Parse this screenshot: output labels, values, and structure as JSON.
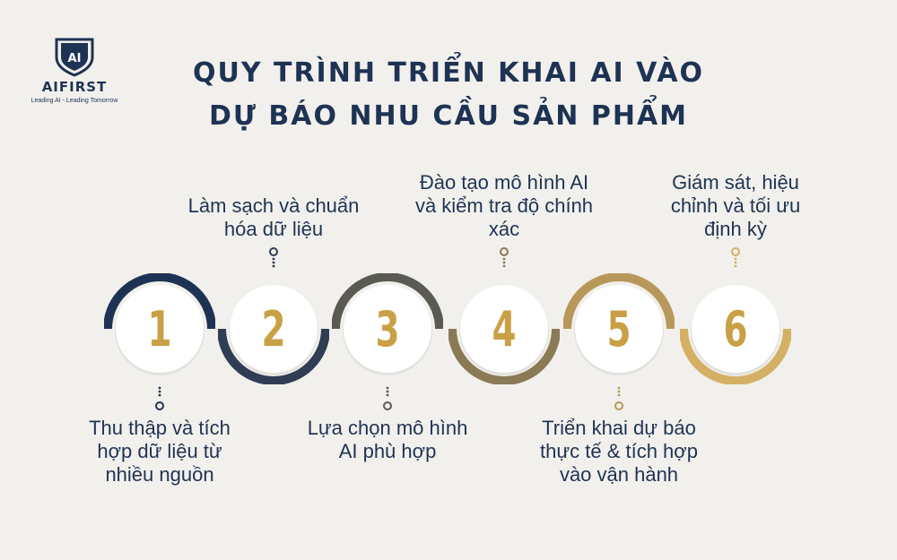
{
  "brand": {
    "name": "AIFIRST",
    "tagline": "Leading AI - Leading Tomorrow",
    "logo_mark": "AI",
    "color": "#1e3354"
  },
  "title": {
    "line1": "QUY TRÌNH TRIỂN KHAI AI VÀO",
    "line2": "DỰ BÁO NHU CẦU SẢN PHẨM"
  },
  "steps": [
    {
      "number": "1",
      "label": "Thu thập và tích hợp dữ liệu từ nhiều nguồn",
      "label_position": "below",
      "ring_color": "#1e3354",
      "ring_side": "top"
    },
    {
      "number": "2",
      "label": "Làm sạch và chuẩn hóa dữ liệu",
      "label_position": "above",
      "ring_color": "#2f3d55",
      "ring_side": "bottom"
    },
    {
      "number": "3",
      "label": "Lựa chọn mô hình AI phù hợp",
      "label_position": "below",
      "ring_color": "#5a5a52",
      "ring_side": "top"
    },
    {
      "number": "4",
      "label": "Đào tạo mô hình AI và kiểm tra độ chính xác",
      "label_position": "above",
      "ring_color": "#8a7a55",
      "ring_side": "bottom"
    },
    {
      "number": "5",
      "label": "Triển khai dự báo thực tế & tích hợp vào vận hành",
      "label_position": "below",
      "ring_color": "#b8985a",
      "ring_side": "top"
    },
    {
      "number": "6",
      "label": "Giám sát, hiệu chỉnh và tối ưu định kỳ",
      "label_position": "above",
      "ring_color": "#d4b065",
      "ring_side": "bottom"
    }
  ],
  "colors": {
    "background": "#f2f0ec",
    "number": "#c9a045",
    "text": "#1e3354"
  }
}
